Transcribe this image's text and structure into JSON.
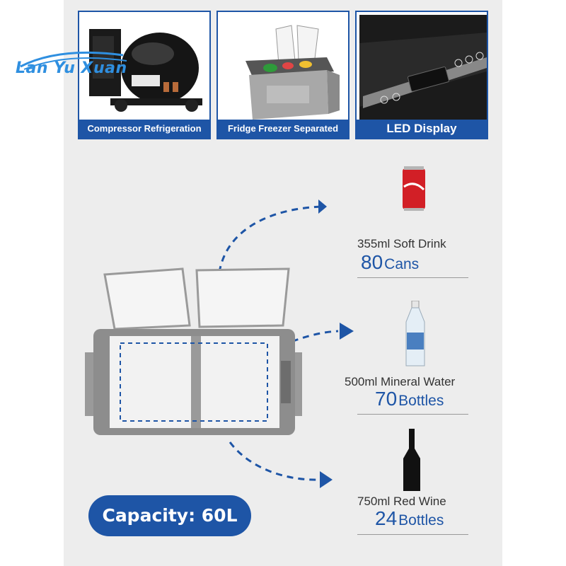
{
  "brand": {
    "logo_text": "Lan Yu Xuan"
  },
  "feature_cards": [
    {
      "caption": "Compressor Refrigeration",
      "icon": "compressor-icon"
    },
    {
      "caption": "Fridge Freezer Separated",
      "icon": "fridge-freezer-icon"
    },
    {
      "caption": "LED Display",
      "icon": "led-display-icon"
    }
  ],
  "items": [
    {
      "label": "355ml Soft Drink",
      "count": "80",
      "unit": "Cans",
      "icon": "soda-can-icon"
    },
    {
      "label": "500ml Mineral Water",
      "count": "70",
      "unit": "Bottles",
      "icon": "water-bottle-icon"
    },
    {
      "label": "750ml Red Wine",
      "count": "24",
      "unit": "Bottles",
      "icon": "wine-bottle-icon"
    }
  ],
  "capacity": {
    "text": "Capacity: 60L"
  },
  "colors": {
    "accent": "#1e55a6",
    "background": "#ededed",
    "can_red": "#d21f26"
  }
}
